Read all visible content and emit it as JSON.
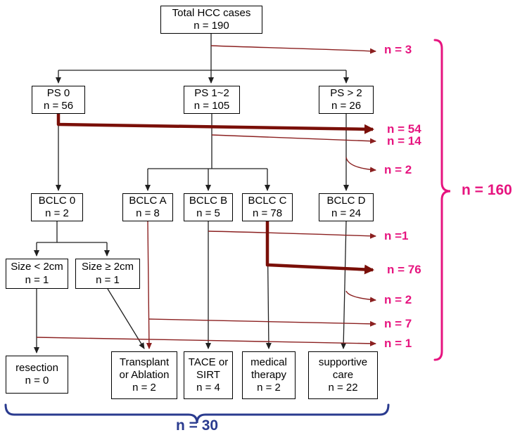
{
  "boxes": {
    "total": {
      "line1": "Total HCC cases",
      "line2": "n = 190"
    },
    "ps0": {
      "line1": "PS 0",
      "line2": "n = 56"
    },
    "ps12": {
      "line1": "PS 1~2",
      "line2": "n = 105"
    },
    "ps_gt2": {
      "line1": "PS > 2",
      "line2": "n = 26"
    },
    "bclc0": {
      "line1": "BCLC 0",
      "line2": "n = 2"
    },
    "bclcA": {
      "line1": "BCLC A",
      "line2": "n = 8"
    },
    "bclcB": {
      "line1": "BCLC B",
      "line2": "n = 5"
    },
    "bclcC": {
      "line1": "BCLC C",
      "line2": "n = 78"
    },
    "bclcD": {
      "line1": "BCLC D",
      "line2": "n = 24"
    },
    "size_lt2": {
      "line1": "Size < 2cm",
      "line2": "n = 1"
    },
    "size_ge2": {
      "line1": "Size ≥ 2cm",
      "line2": "n = 1"
    },
    "resection": {
      "line1": "resection",
      "line2": "n = 0"
    },
    "transplant": {
      "line1": "Transplant",
      "line2": "or Ablation",
      "line3": "n = 2"
    },
    "tace": {
      "line1": "TACE or",
      "line2": "SIRT",
      "line3": "n = 4"
    },
    "medical": {
      "line1": "medical",
      "line2": "therapy",
      "line3": "n = 2"
    },
    "supportive": {
      "line1": "supportive",
      "line2": "care",
      "line3": "n = 22"
    }
  },
  "exclusions": {
    "after_total": "n = 3",
    "from_ps0": "n = 54",
    "from_ps12": "n = 14",
    "from_ps_gt2": "n = 2",
    "from_bclcB": "n =1",
    "from_bclcC": "n = 76",
    "from_bclcD": "n = 2",
    "from_bclcA": "n = 7",
    "from_size_lt2": "n = 1"
  },
  "totals": {
    "excluded": "n = 160",
    "treated": "n = 30"
  },
  "colors": {
    "magenta": "#e6147f",
    "maroon": "#8b2020",
    "darkred": "#7a0f08",
    "navy": "#2a3b8f",
    "line": "#202020"
  }
}
